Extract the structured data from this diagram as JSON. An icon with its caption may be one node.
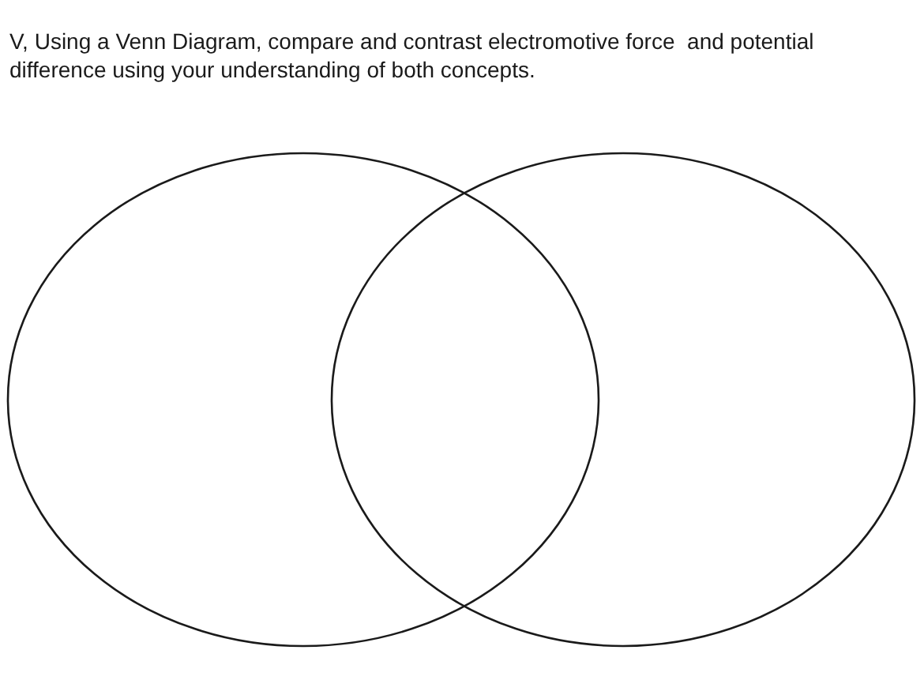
{
  "diagram": {
    "title": "V, Using a Venn Diagram, compare and contrast electromotive force  and potential difference using your understanding of both concepts.",
    "nodes": [
      {
        "text": [],
        "shape": "ellipse"
      },
      {
        "text": [],
        "shape": "ellipse"
      }
    ]
  }
}
